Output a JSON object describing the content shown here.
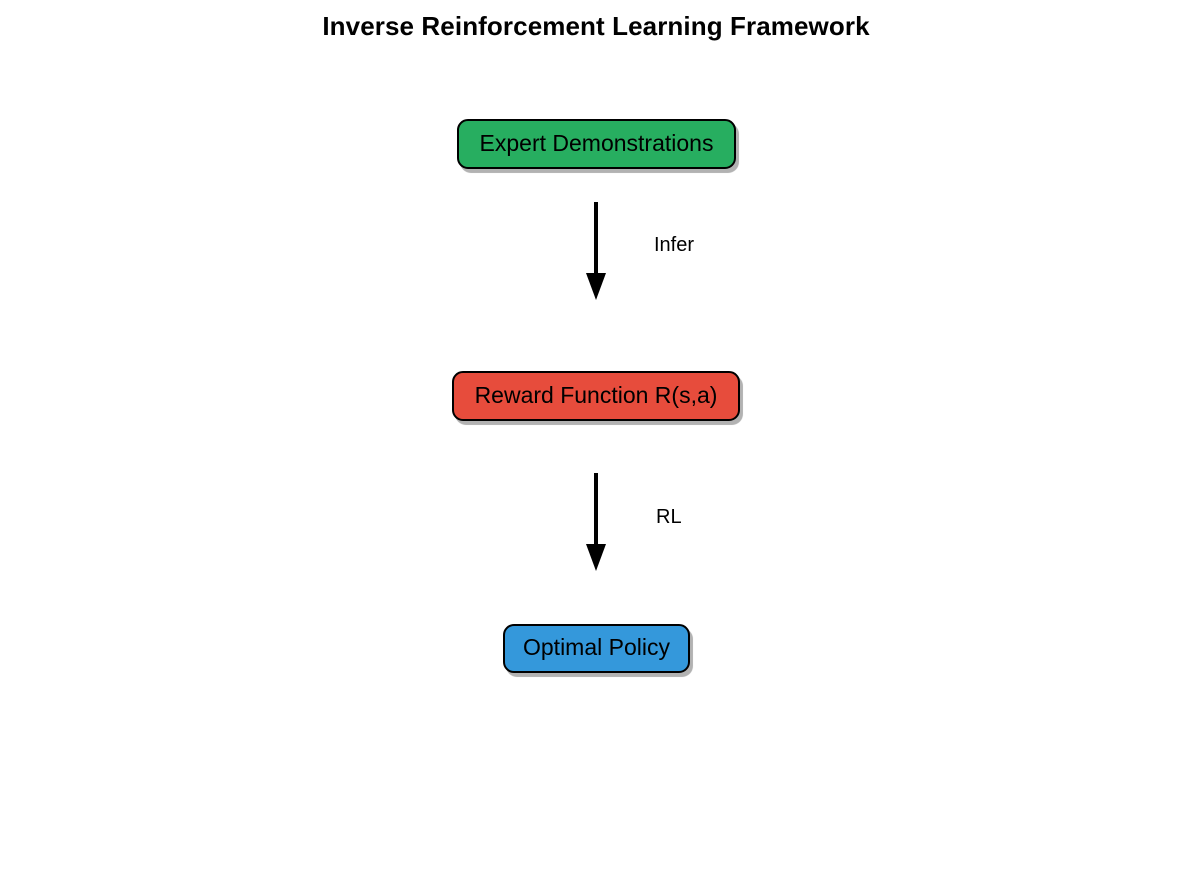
{
  "diagram": {
    "title": "Inverse Reinforcement Learning Framework",
    "type": "flowchart",
    "orientation": "vertical-top-to-bottom",
    "background_color": "#ffffff",
    "nodes": [
      {
        "id": "expert-demonstrations",
        "label": "Expert Demonstrations",
        "fill_color": "#27ae60",
        "border_color": "#000000",
        "text_color": "#000000",
        "shape": "rounded-rectangle"
      },
      {
        "id": "reward-function",
        "label": "Reward Function R(s,a)",
        "fill_color": "#e74c3c",
        "border_color": "#000000",
        "text_color": "#000000",
        "shape": "rounded-rectangle"
      },
      {
        "id": "optimal-policy",
        "label": "Optimal Policy",
        "fill_color": "#3498db",
        "border_color": "#000000",
        "text_color": "#000000",
        "shape": "rounded-rectangle"
      }
    ],
    "edges": [
      {
        "id": "edge-infer",
        "from": "expert-demonstrations",
        "to": "reward-function",
        "label": "Infer",
        "color": "#000000",
        "arrowhead": "filled-triangle"
      },
      {
        "id": "edge-rl",
        "from": "reward-function",
        "to": "optimal-policy",
        "label": "RL",
        "color": "#000000",
        "arrowhead": "filled-triangle"
      }
    ]
  }
}
